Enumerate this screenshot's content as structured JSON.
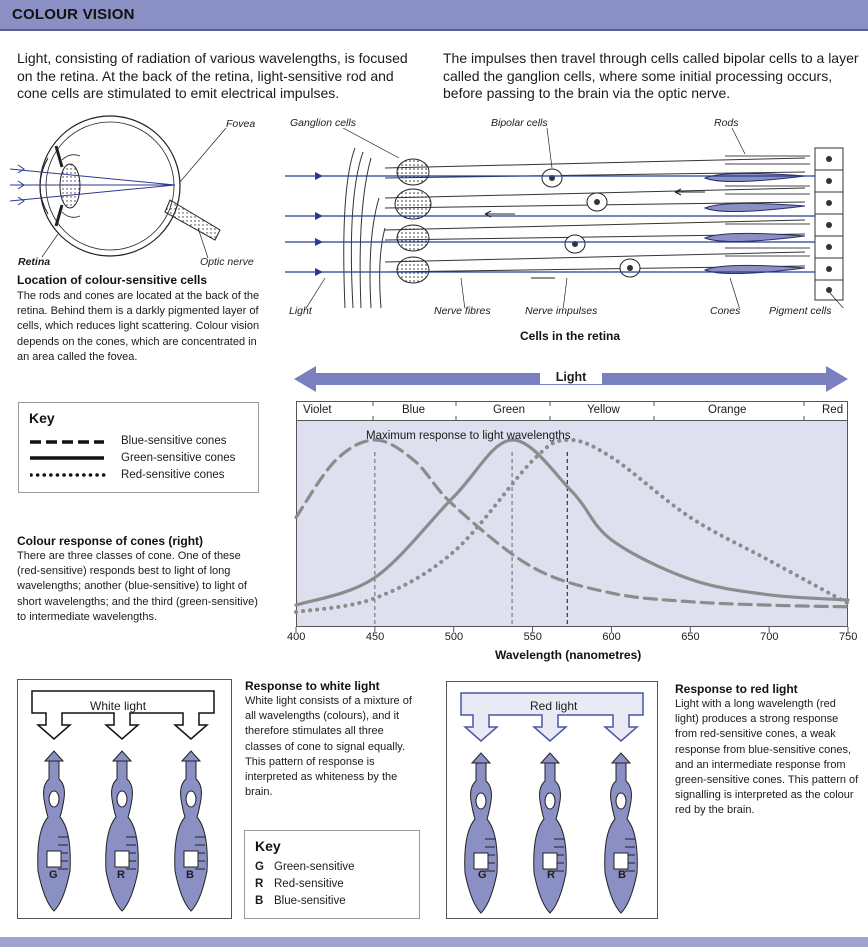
{
  "header": {
    "title": "COLOUR VISION"
  },
  "intro": {
    "left": "Light, consisting of radiation of various wavelengths, is focused on the retina. At the back of the retina, light-sensitive rod and cone cells are stimulated to emit electrical impulses.",
    "right": "The impulses then travel through cells called bipolar cells to a layer called the ganglion cells, where some initial processing occurs, before passing to the brain via the optic nerve."
  },
  "eye_diagram": {
    "labels": {
      "fovea": "Fovea",
      "retina": "Retina",
      "optic_nerve": "Optic nerve"
    }
  },
  "location_section": {
    "title": "Location of colour-sensitive cells",
    "body": "The rods and cones are located at the back of the retina. Behind them is a darkly pigmented layer of cells, which reduces light scattering. Colour vision depends on the cones, which are concentrated in an area called the fovea."
  },
  "retina_diagram": {
    "caption": "Cells in the retina",
    "labels": {
      "ganglion": "Ganglion cells",
      "bipolar": "Bipolar cells",
      "rods": "Rods",
      "light": "Light",
      "nerve_fibres": "Nerve fibres",
      "nerve_impulses": "Nerve impulses",
      "cones": "Cones",
      "pigment": "Pigment cells"
    }
  },
  "key1": {
    "title": "Key",
    "items": [
      {
        "label": "Blue-sensitive cones",
        "style": "dashed"
      },
      {
        "label": "Green-sensitive cones",
        "style": "solid"
      },
      {
        "label": "Red-sensitive cones",
        "style": "dotted"
      }
    ]
  },
  "response_section": {
    "title": "Colour response of cones (right)",
    "body": "There are three classes of cone. One of these (red-sensitive) responds best to light of long wavelengths; another (blue-sensitive) to light of short wavelengths; and the third (green-sensitive) to intermediate wavelengths."
  },
  "spectrum": {
    "light_label": "Light",
    "colours": [
      "Violet",
      "Blue",
      "Green",
      "Yellow",
      "Orange",
      "Red"
    ]
  },
  "chart_data": {
    "type": "line",
    "title": "Maximum response to light wavelengths",
    "xlabel": "Wavelength (nanometres)",
    "ylabel": "",
    "xlim": [
      400,
      750
    ],
    "x_ticks": [
      400,
      450,
      500,
      550,
      600,
      650,
      700,
      750
    ],
    "grid": false,
    "series": [
      {
        "name": "Blue-sensitive cones",
        "style": "dashed",
        "peak": 450,
        "x": [
          400,
          425,
          450,
          475,
          500,
          550,
          600,
          650,
          700,
          750
        ],
        "y": [
          0.55,
          0.88,
          1.0,
          0.88,
          0.62,
          0.26,
          0.11,
          0.06,
          0.04,
          0.03
        ]
      },
      {
        "name": "Green-sensitive cones",
        "style": "solid",
        "peak": 537,
        "x": [
          400,
          450,
          500,
          537,
          575,
          600,
          650,
          700,
          750
        ],
        "y": [
          0.04,
          0.2,
          0.67,
          1.0,
          0.7,
          0.42,
          0.19,
          0.1,
          0.07
        ]
      },
      {
        "name": "Red-sensitive cones",
        "style": "dotted",
        "peak": 572,
        "x": [
          400,
          450,
          500,
          550,
          572,
          600,
          650,
          700,
          750
        ],
        "y": [
          0.0,
          0.08,
          0.35,
          0.88,
          1.0,
          0.9,
          0.55,
          0.3,
          0.05
        ]
      }
    ],
    "peak_markers": [
      450,
      537,
      572
    ]
  },
  "white_panel": {
    "light_label": "White light",
    "cones": [
      "G",
      "R",
      "B"
    ]
  },
  "white_section": {
    "title": "Response to white light",
    "body": "White light consists of a mixture of all wavelengths (colours), and it therefore stimulates all three classes of cone to signal equally. This pattern of response is interpreted as whiteness by the brain."
  },
  "key2": {
    "title": "Key",
    "items": [
      {
        "letter": "G",
        "label": "Green-sensitive"
      },
      {
        "letter": "R",
        "label": "Red-sensitive"
      },
      {
        "letter": "B",
        "label": "Blue-sensitive"
      }
    ]
  },
  "red_panel": {
    "light_label": "Red light",
    "cones": [
      "G",
      "R",
      "B"
    ]
  },
  "red_section": {
    "title": "Response to red light",
    "body": "Light with a long wavelength (red light) produces a strong response from red-sensitive cones, a weak response from blue-sensitive cones, and an intermediate response from green-sensitive cones. This pattern of signalling is interpreted as the colour red by the brain."
  },
  "colors": {
    "header": "#8a8fc4",
    "accent": "#7a80bf",
    "plot_bg": "#dfe0ef",
    "curve": "#8c8c8c",
    "cone_fill": "#8a8fc4"
  }
}
